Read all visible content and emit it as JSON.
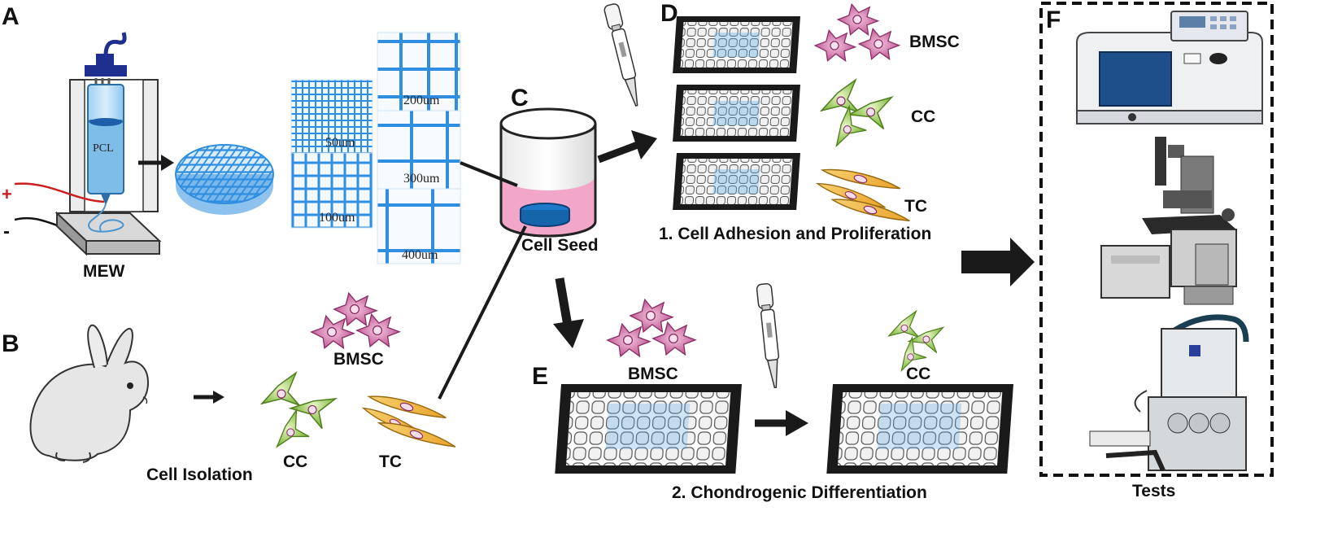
{
  "panels": {
    "a": "A",
    "b": "B",
    "c": "C",
    "d": "D",
    "e": "E",
    "f": "F"
  },
  "mew": {
    "label": "MEW",
    "material": "PCL",
    "plus": "+",
    "minus": "-",
    "spacings": [
      "50um",
      "100um",
      "200um",
      "300um",
      "400um"
    ]
  },
  "isolation": {
    "caption": "Cell Isolation",
    "bmsc": "BMSC",
    "cc": "CC",
    "tc": "TC"
  },
  "seed": {
    "caption": "Cell Seed"
  },
  "adhesion": {
    "caption": "1. Cell Adhesion and Proliferation",
    "rows": [
      "BMSC",
      "CC",
      "TC"
    ]
  },
  "differentiation": {
    "caption": "2. Chondrogenic Differentiation",
    "left_cell": "BMSC",
    "right_cell": "CC"
  },
  "tests": {
    "caption": "Tests"
  },
  "colors": {
    "mesh": "#2f8ee0",
    "plate": "#1a1a1a",
    "well_blue": "#5aa9e6",
    "bmsc": "#c65b9a",
    "cc": "#8ec63f",
    "tc": "#f2b13c",
    "medium": "#f2a6c8",
    "arrow": "#1a1a1a"
  }
}
